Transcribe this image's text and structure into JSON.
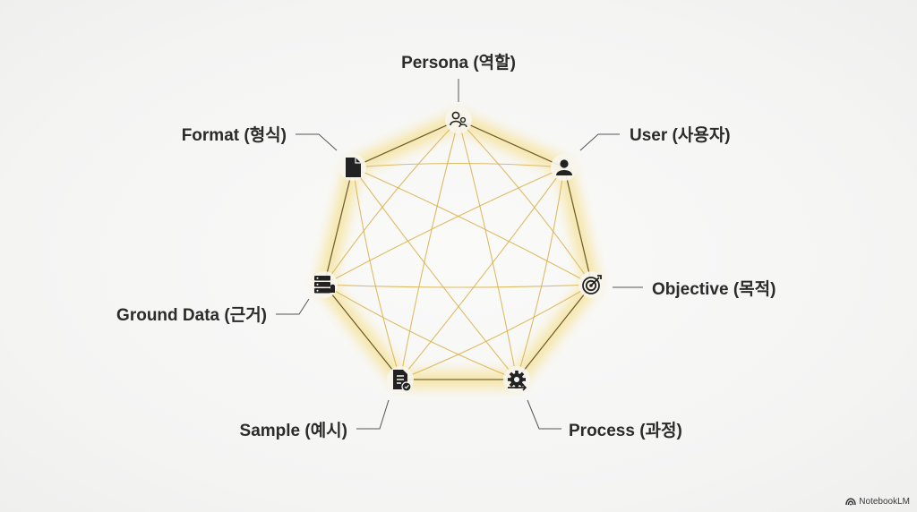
{
  "diagram": {
    "nodes": [
      {
        "id": "persona",
        "label": "Persona (역할)",
        "icon": "persona-icon"
      },
      {
        "id": "user",
        "label": "User (사용자)",
        "icon": "user-icon"
      },
      {
        "id": "objective",
        "label": "Objective (목적)",
        "icon": "target-icon"
      },
      {
        "id": "process",
        "label": "Process (과정)",
        "icon": "process-gear-icon"
      },
      {
        "id": "sample",
        "label": "Sample (예시)",
        "icon": "sample-document-icon"
      },
      {
        "id": "ground",
        "label": "Ground Data (근거)",
        "icon": "database-icon"
      },
      {
        "id": "format",
        "label": "Format (형식)",
        "icon": "document-icon"
      }
    ],
    "connection_color": "#d9b24a",
    "outline_color": "#3a3a30",
    "glow_color": "#f5dc7a",
    "text_color": "#2b2b2b"
  },
  "brand": {
    "name": "NotebookLM",
    "icon": "notebooklm-logo-icon"
  }
}
